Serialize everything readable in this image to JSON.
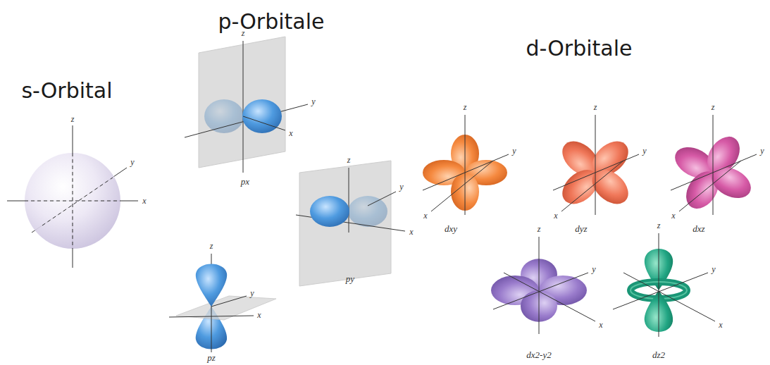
{
  "diagram": {
    "labels": [
      "p-Orbitale",
      "d-Orbitale",
      "s-Orbital",
      "z",
      "y",
      "x",
      "z",
      "y",
      "x",
      "px",
      "z",
      "y",
      "x",
      "py",
      "z",
      "y",
      "x",
      "pz",
      "z",
      "y",
      "x",
      "dxy",
      "z",
      "y",
      "x",
      "dyz",
      "z",
      "y",
      "x",
      "dxz",
      "z",
      "y",
      "x",
      "dx2-y2",
      "z",
      "y",
      "x",
      "dz2"
    ]
  }
}
